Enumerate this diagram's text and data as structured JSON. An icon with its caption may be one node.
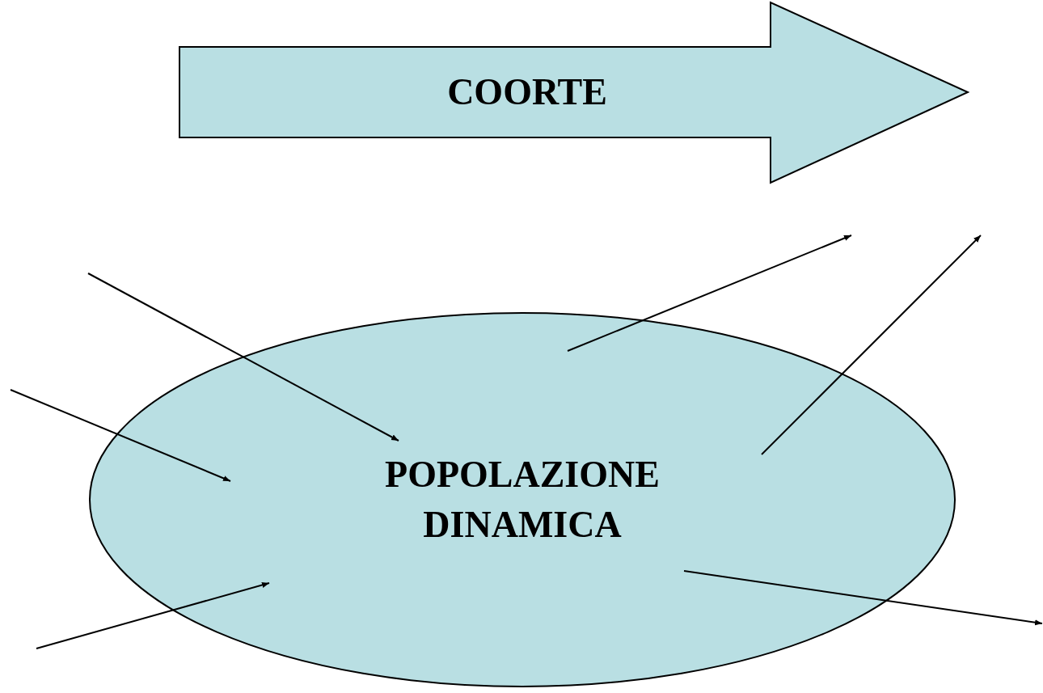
{
  "diagram": {
    "nodes": [
      {
        "text": [
          "COORTE"
        ]
      },
      {
        "text": [
          "POPOLAZIONE DINAMICA"
        ]
      }
    ],
    "edges": [
      {
        "from": null,
        "to": 1,
        "arrow": "to"
      },
      {
        "from": null,
        "to": 1,
        "arrow": "to"
      },
      {
        "from": null,
        "to": 1,
        "arrow": "to"
      },
      {
        "from": 1,
        "to": null,
        "arrow": "to"
      },
      {
        "from": 1,
        "to": null,
        "arrow": "to"
      },
      {
        "from": 1,
        "to": null,
        "arrow": "to"
      }
    ]
  }
}
